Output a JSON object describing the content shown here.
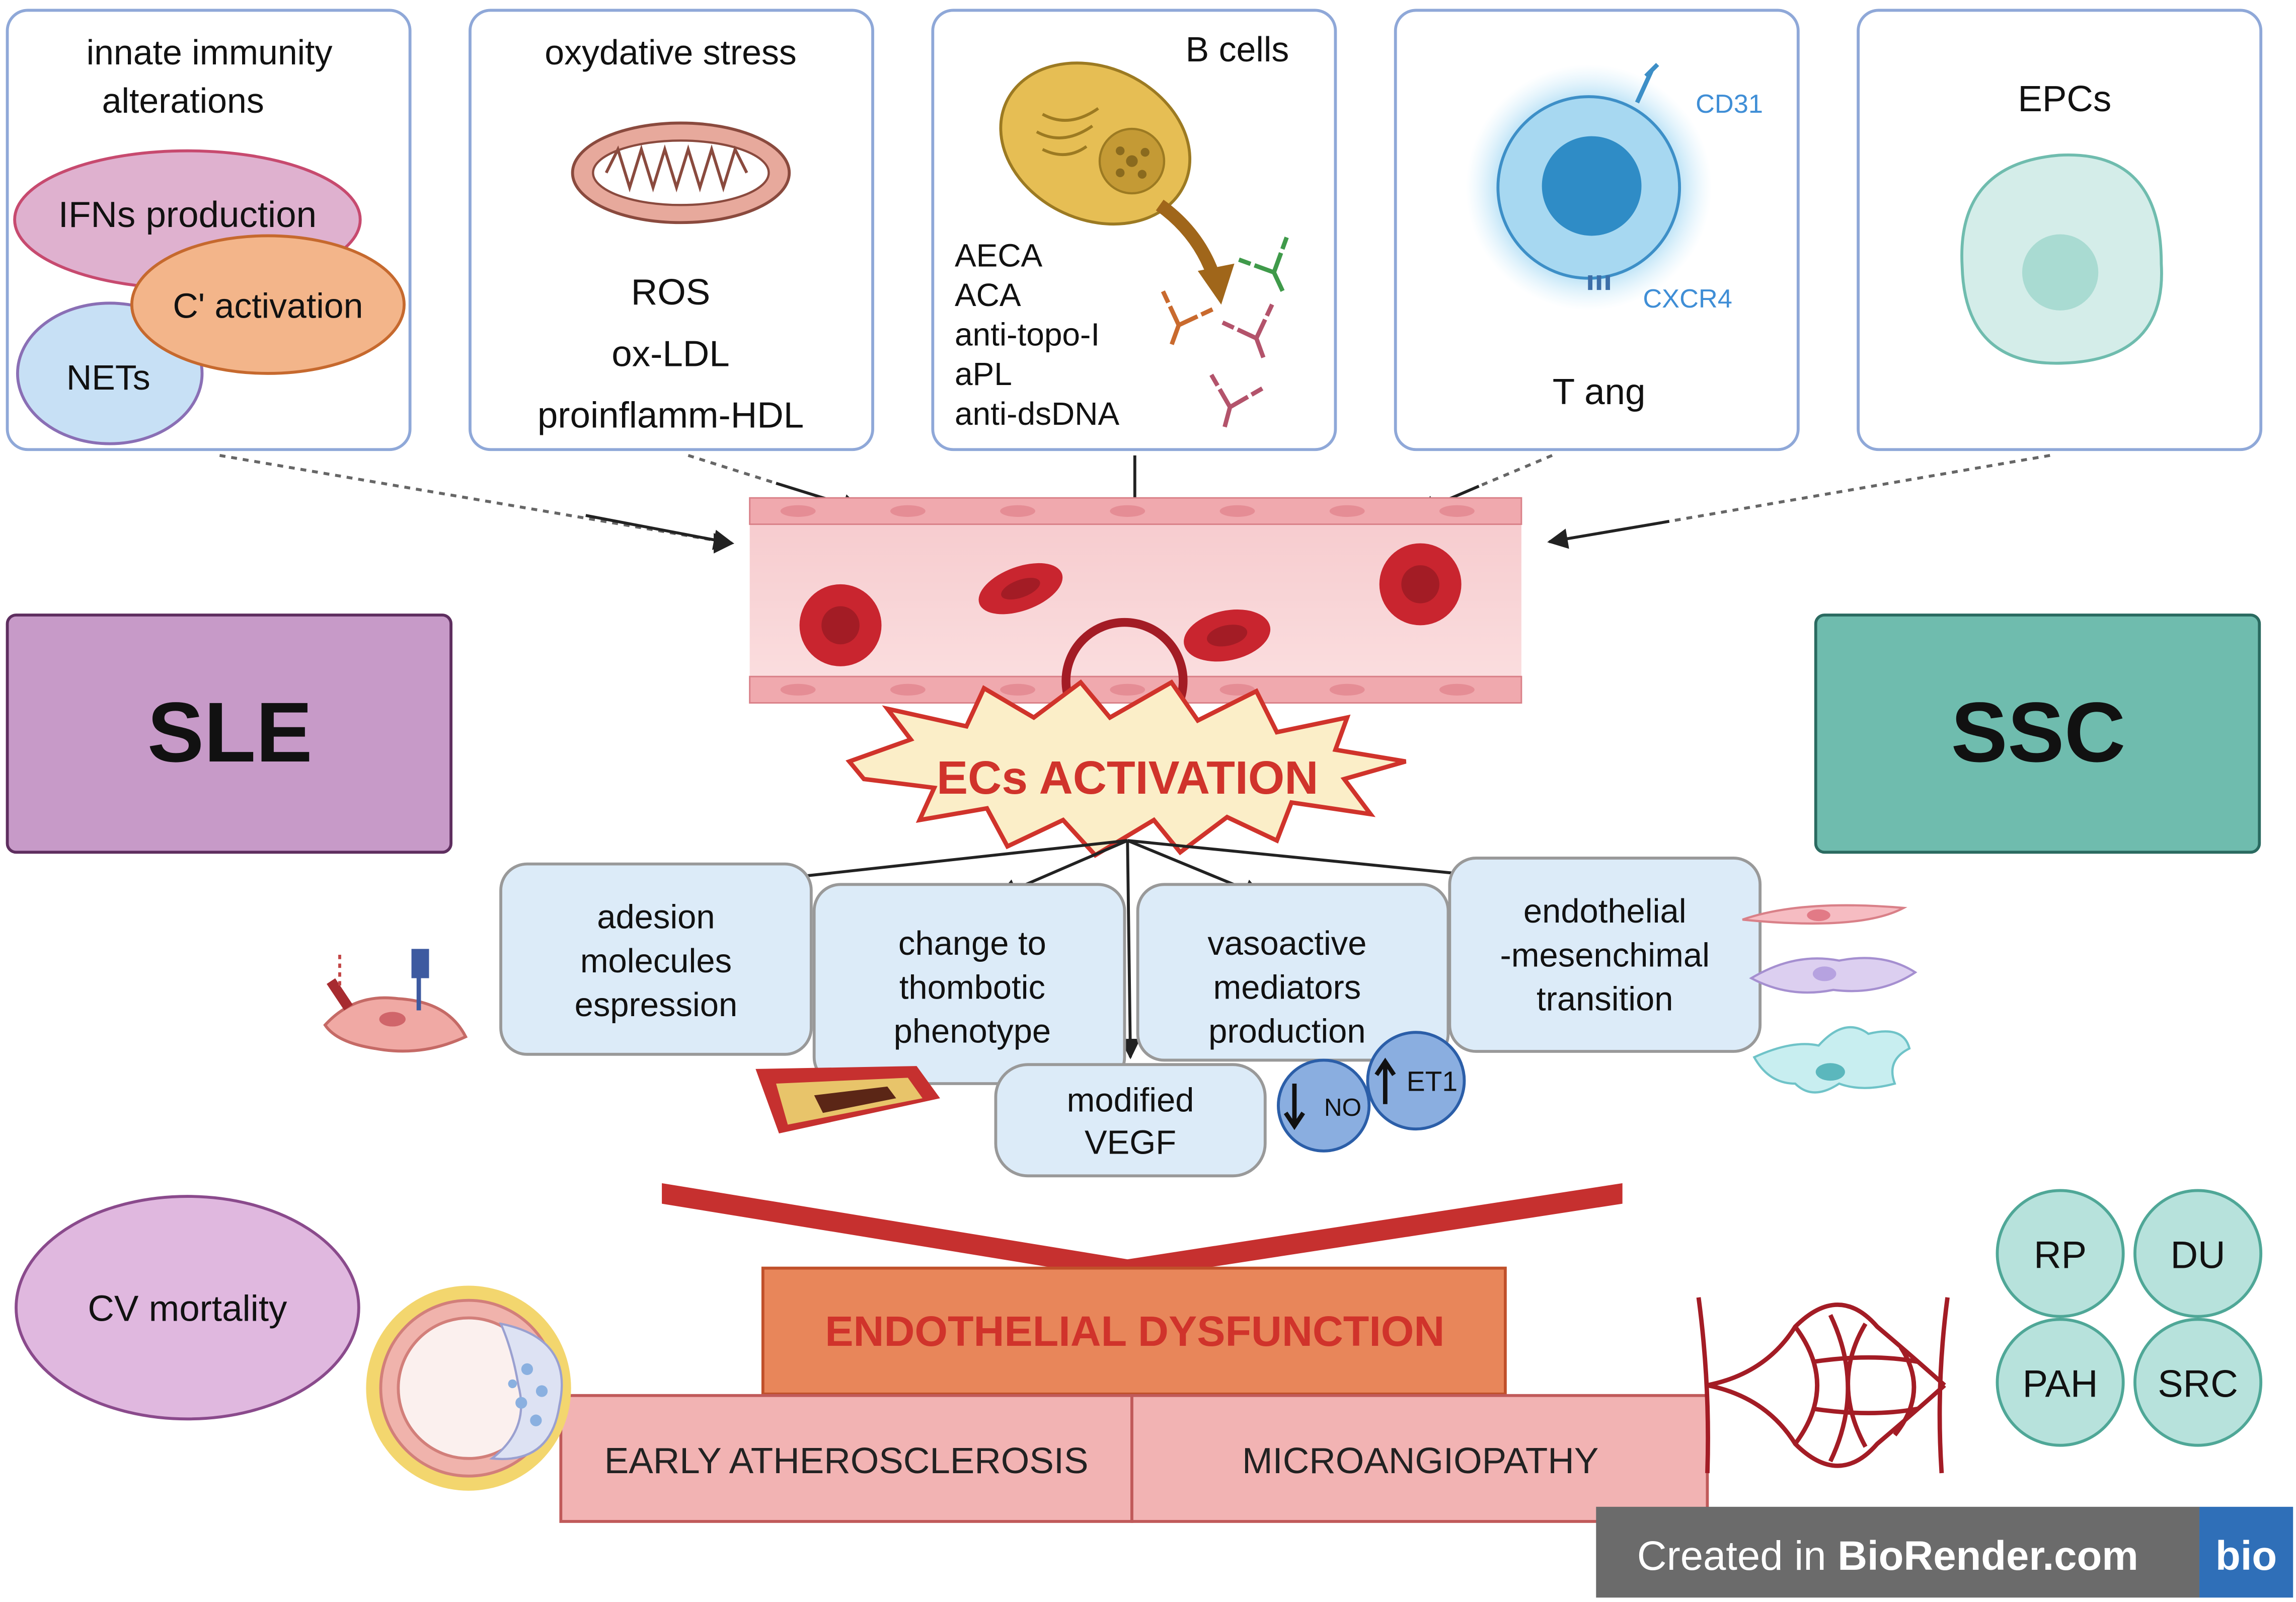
{
  "panels": {
    "innate": {
      "title_lines": [
        "innate immunity",
        "alterations"
      ],
      "ifns": "IFNs production",
      "c_activation": "C' activation",
      "nets": "NETs"
    },
    "oxidative": {
      "title": "oxydative stress",
      "items": [
        "ROS",
        "ox-LDL",
        "proinflamm-HDL"
      ]
    },
    "bcells": {
      "title": "B cells",
      "antibodies": [
        "AECA",
        "ACA",
        "anti-topo-I",
        "aPL",
        "anti-dsDNA"
      ]
    },
    "tang": {
      "cd31": "CD31",
      "cxcr4": "CXCR4",
      "title": "T ang"
    },
    "epcs": {
      "title": "EPCs"
    }
  },
  "diseases": {
    "sle": "SLE",
    "ssc": "SSC"
  },
  "activation": {
    "label": "ECs ACTIVATION"
  },
  "effects": {
    "adhesion": [
      "adesion",
      "molecules",
      "espression"
    ],
    "thrombotic": [
      "change to",
      "thombotic",
      "phenotype"
    ],
    "vasoactive": [
      "vasoactive",
      "mediators",
      "production"
    ],
    "endmt": [
      "endothelial",
      "-mesenchimal",
      "transition"
    ],
    "vegf": [
      "modified",
      "VEGF"
    ],
    "no": "NO",
    "et1": "ET1"
  },
  "outcomes": {
    "dysfunction": "ENDOTHELIAL DYSFUNCTION",
    "atherosclerosis": "EARLY ATHEROSCLEROSIS",
    "microangiopathy": "MICROANGIOPATHY",
    "cv_mortality": "CV mortality",
    "ssc_manifestations": [
      "RP",
      "DU",
      "PAH",
      "SRC"
    ]
  },
  "watermark": {
    "prefix": "Created in ",
    "brand": "BioRender.com",
    "logo": "bio"
  },
  "colors": {
    "panel_border": "#8fa8d8",
    "sle": "#c79ac8",
    "ssc": "#6fbcae",
    "effect_box": "#dcebf8",
    "dysfunction_box": "#e8865a",
    "dysfunction_text": "#d0332b",
    "outcome_box": "#f2b3b3",
    "dark_red": "#b0282c"
  }
}
